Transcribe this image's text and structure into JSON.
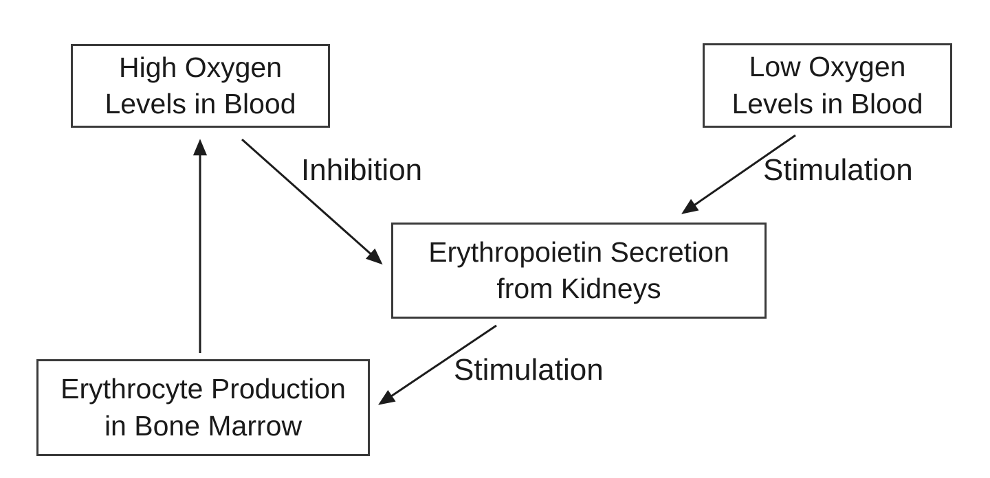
{
  "diagram": {
    "type": "feedback-loop-flowchart",
    "background_color": "#ffffff",
    "box_border_color": "#3a3a3a",
    "arrow_color": "#1c1c1c",
    "text_color": "#1a1a1a",
    "nodes": [
      {
        "id": "high-oxygen",
        "label": "High Oxygen Levels in Blood",
        "lines": [
          "High Oxygen",
          "Levels in Blood"
        ]
      },
      {
        "id": "low-oxygen",
        "label": "Low Oxygen Levels in Blood",
        "lines": [
          "Low Oxygen",
          "Levels in Blood"
        ]
      },
      {
        "id": "epo-secretion",
        "label": "Erythropoietin Secretion from Kidneys",
        "lines": [
          "Erythropoietin Secretion",
          "from Kidneys"
        ]
      },
      {
        "id": "erythrocyte-production",
        "label": "Erythrocyte Production in Bone Marrow",
        "lines": [
          "Erythrocyte Production",
          "in Bone Marrow"
        ]
      }
    ],
    "edges": [
      {
        "from": "erythrocyte-production",
        "to": "high-oxygen",
        "label": ""
      },
      {
        "from": "high-oxygen",
        "to": "epo-secretion",
        "label": "Inhibition"
      },
      {
        "from": "low-oxygen",
        "to": "epo-secretion",
        "label": "Stimulation"
      },
      {
        "from": "epo-secretion",
        "to": "erythrocyte-production",
        "label": "Stimulation"
      }
    ]
  }
}
